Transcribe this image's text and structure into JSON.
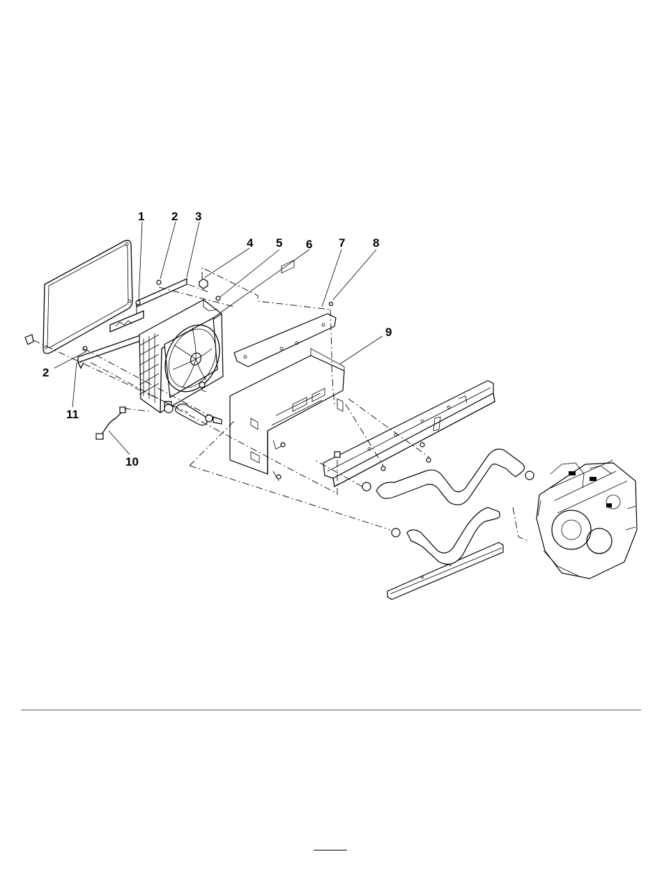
{
  "callouts": [
    {
      "id": "1",
      "label": "1"
    },
    {
      "id": "2a",
      "label": "2"
    },
    {
      "id": "3",
      "label": "3"
    },
    {
      "id": "4",
      "label": "4"
    },
    {
      "id": "5",
      "label": "5"
    },
    {
      "id": "6",
      "label": "6"
    },
    {
      "id": "7",
      "label": "7"
    },
    {
      "id": "8",
      "label": "8"
    },
    {
      "id": "9",
      "label": "9"
    },
    {
      "id": "2b",
      "label": "2"
    },
    {
      "id": "11",
      "label": "11"
    },
    {
      "id": "10",
      "label": "10"
    }
  ],
  "colors": {
    "ink": "#000000",
    "paper": "#ffffff",
    "rule": "#555555"
  }
}
